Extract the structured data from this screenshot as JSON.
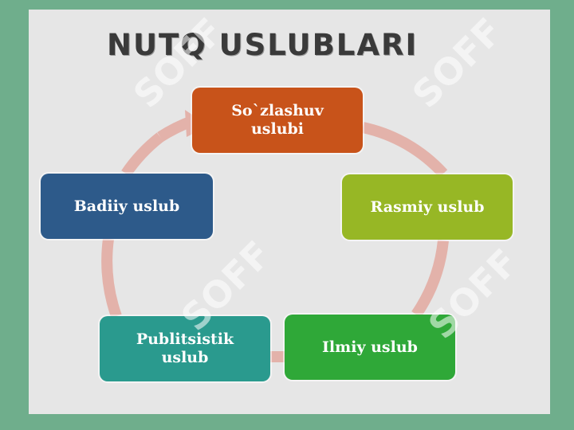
{
  "title": "NUTQ USLUBLARI",
  "boxes": [
    {
      "label": "So`zlashuv\nuslubi",
      "color": "#c8531a"
    },
    {
      "label": "Rasmiy uslub",
      "color": "#97b725"
    },
    {
      "label": "Ilmiy uslub",
      "color": "#2fa838"
    },
    {
      "label": "Publitsistik\nuslub",
      "color": "#2a9a8e"
    },
    {
      "label": "Badiiy uslub",
      "color": "#2d5a8a"
    }
  ],
  "cycle_color": "#e3b2aa",
  "background_color": "#6fae8c",
  "watermark": "SOFF"
}
